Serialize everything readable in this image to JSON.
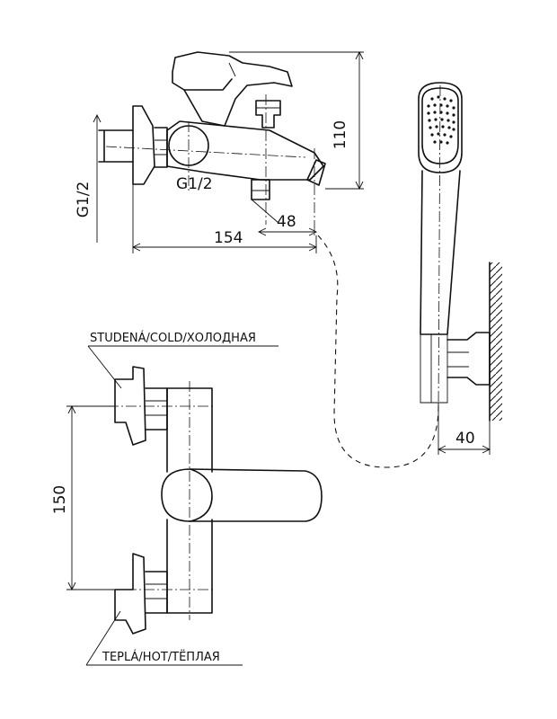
{
  "dimensions": {
    "height_total": "110",
    "inlet_thread": "G1/2",
    "outlet_thread": "G1/2",
    "length_total": "154",
    "spout_offset": "48",
    "inlet_spacing": "150",
    "holder_projection": "40"
  },
  "labels": {
    "cold": "STUDENÁ/COLD/ХОЛОДНАЯ",
    "hot": "TEPLÁ/HOT/ТЁПЛАЯ"
  }
}
